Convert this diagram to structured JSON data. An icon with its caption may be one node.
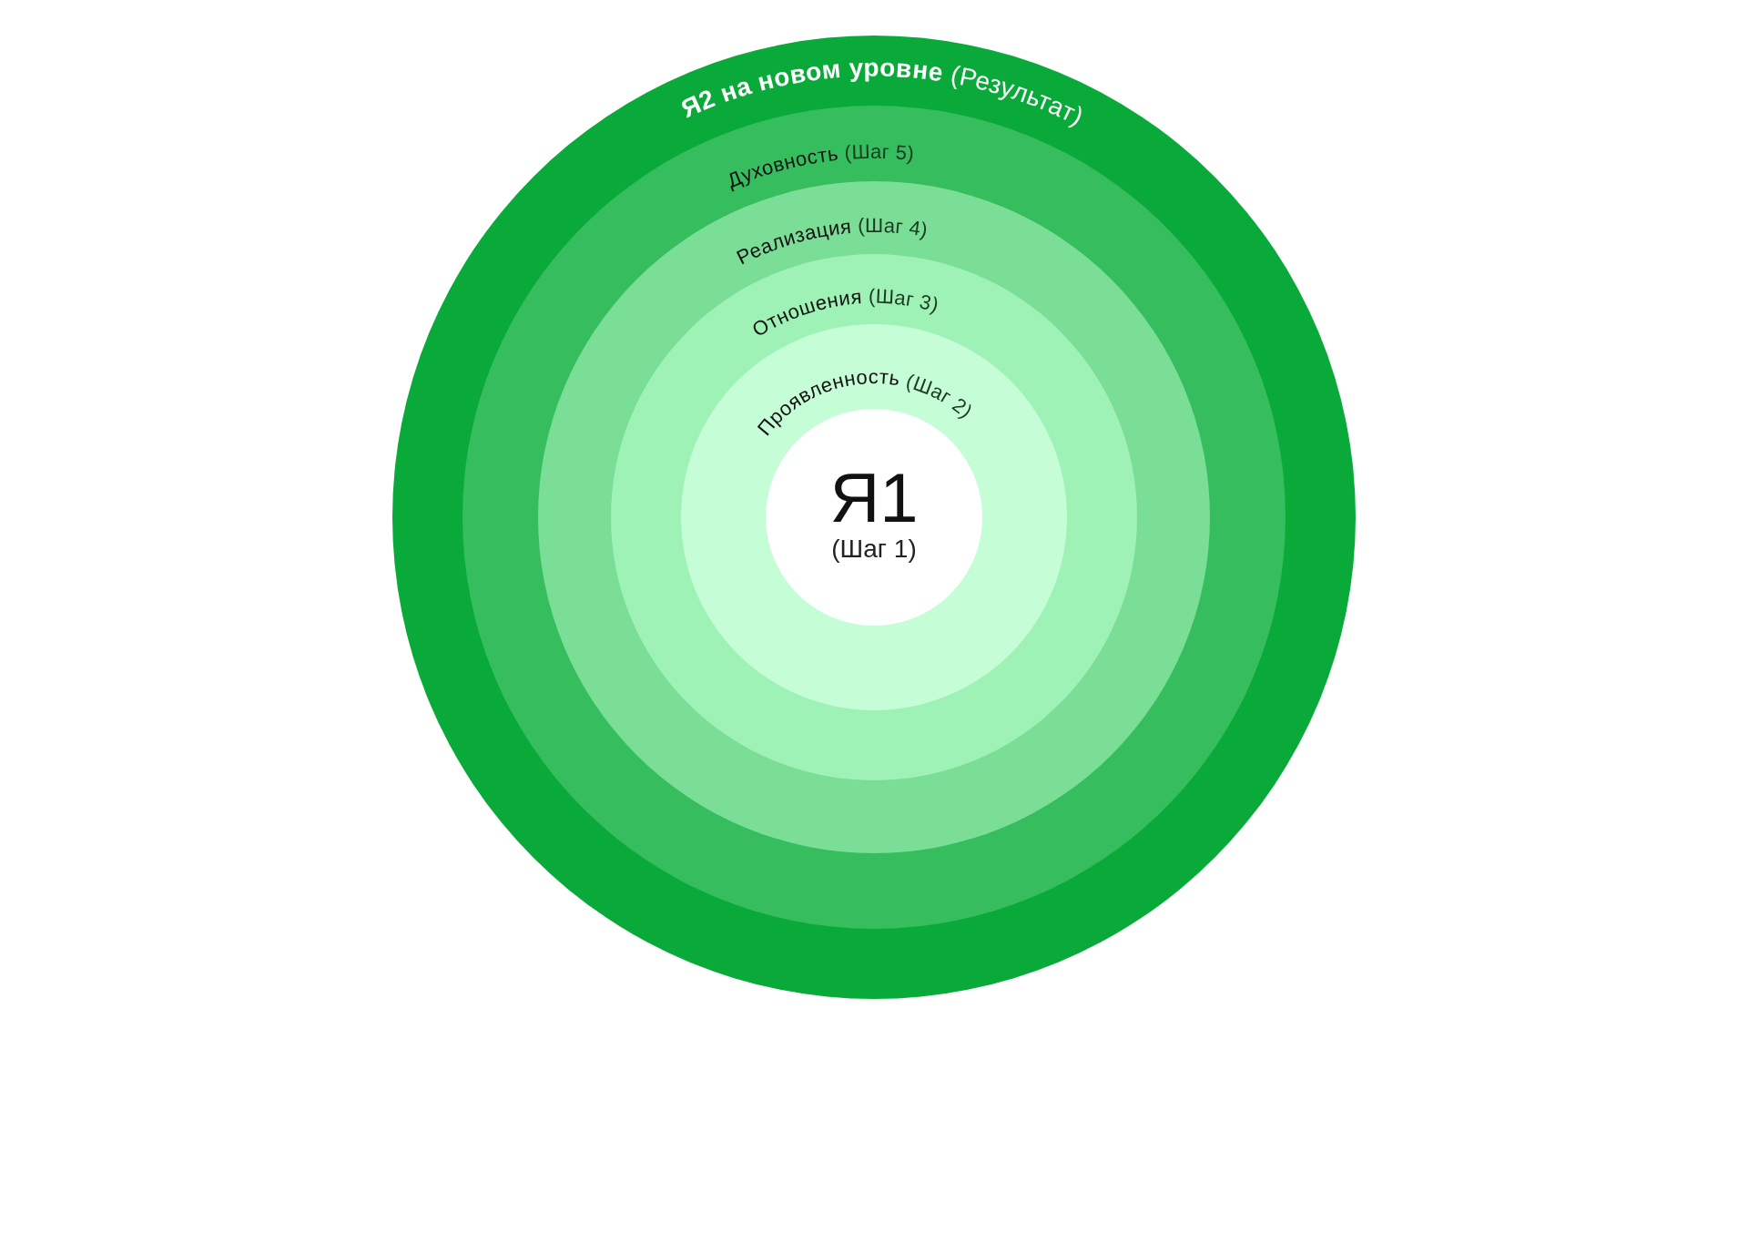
{
  "diagram": {
    "nodes": [
      {
        "text": [
          "Я2 на новом уровне",
          "(Результат)"
        ]
      },
      {
        "text": [
          "Духовность",
          "(Шаг 5)"
        ],
        "in": 0
      },
      {
        "text": [
          "Реализация",
          "(Шаг 4)"
        ],
        "in": 1
      },
      {
        "text": [
          "Отношения",
          "(Шаг 3)"
        ],
        "in": 2
      },
      {
        "text": [
          "Проявленность",
          "(Шаг 2)"
        ],
        "in": 3
      },
      {
        "text": [
          "Я1",
          "(Шаг 1)"
        ],
        "in": 4
      }
    ]
  }
}
